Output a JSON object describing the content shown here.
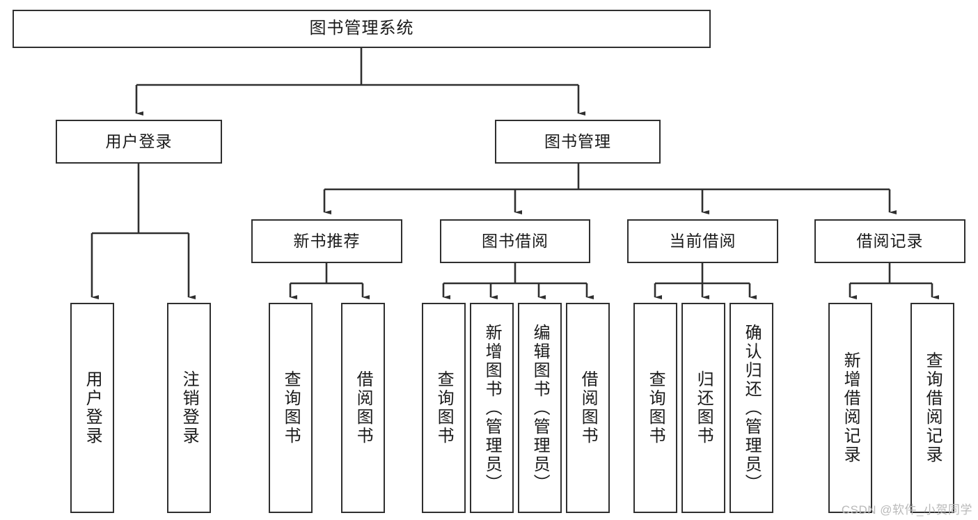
{
  "diagram": {
    "title": "图书管理系统",
    "type": "tree-hierarchy",
    "colors": {
      "background": "#ffffff",
      "border": "#2f2f2f",
      "text": "#1a1a1a",
      "watermark": "#b9b9b9"
    },
    "root": {
      "label": "图书管理系统"
    },
    "level2": [
      {
        "label": "用户登录"
      },
      {
        "label": "图书管理"
      }
    ],
    "level3": [
      {
        "label": "新书推荐"
      },
      {
        "label": "图书借阅"
      },
      {
        "label": "当前借阅"
      },
      {
        "label": "借阅记录"
      }
    ],
    "leaves": {
      "user_login": [
        {
          "label": "用户登录"
        },
        {
          "label": "注销登录"
        }
      ],
      "new_book": [
        {
          "label": "查询图书"
        },
        {
          "label": "借阅图书"
        }
      ],
      "book_borrow": [
        {
          "label": "查询图书"
        },
        {
          "label": "新增图书（管理员）"
        },
        {
          "label": "编辑图书（管理员）"
        },
        {
          "label": "借阅图书"
        }
      ],
      "current_borrow": [
        {
          "label": "查询图书"
        },
        {
          "label": "归还图书"
        },
        {
          "label": "确认归还（管理员）"
        }
      ],
      "borrow_record": [
        {
          "label": "新增借阅记录"
        },
        {
          "label": "查询借阅记录"
        }
      ]
    },
    "watermark": "CSDN @软件_小贺同学"
  }
}
